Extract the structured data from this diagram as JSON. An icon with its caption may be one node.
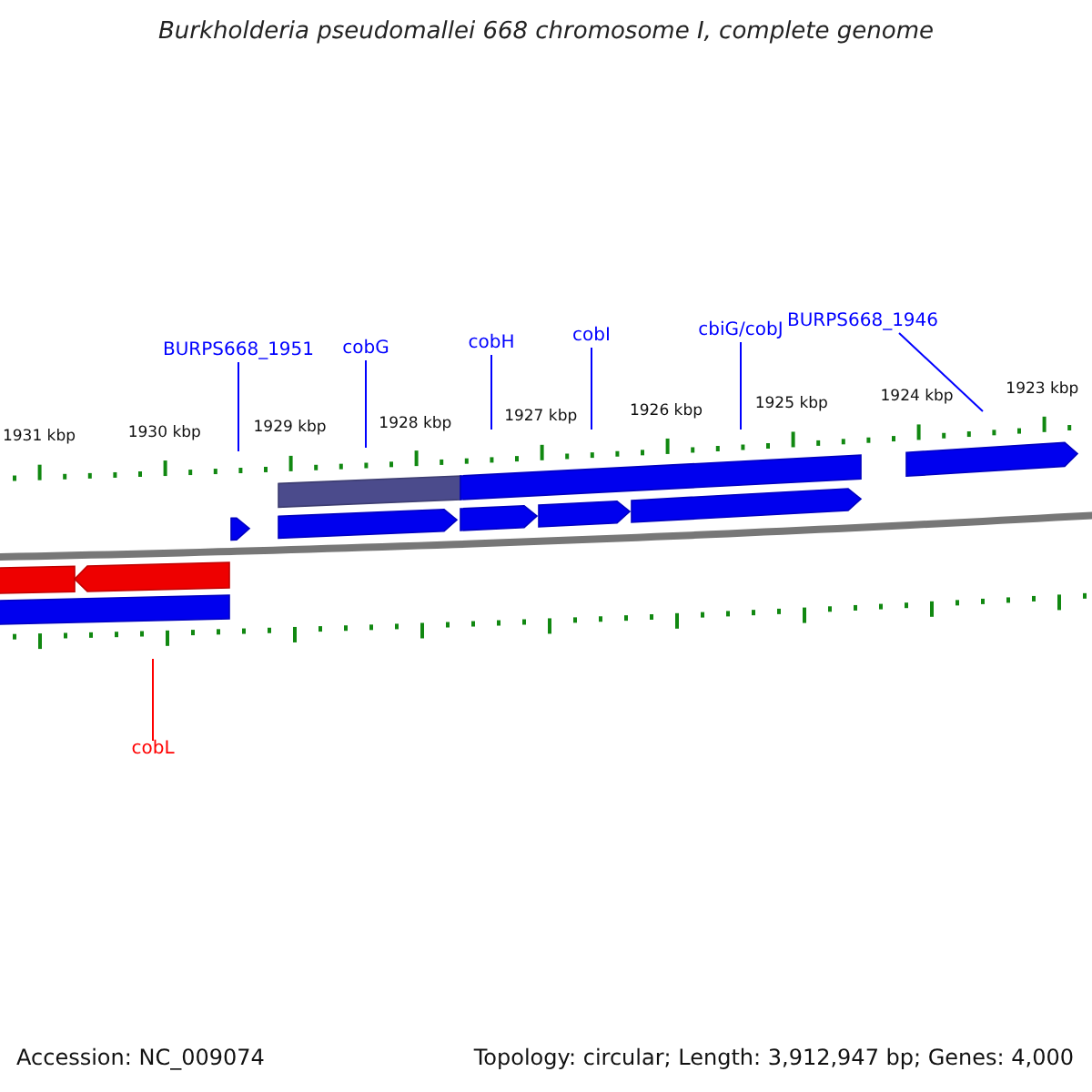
{
  "diagram": {
    "title": "Burkholderia pseudomallei 668 chromosome I, complete genome",
    "nodes": [
      {
        "text": [
          "BURPS668_1951"
        ]
      },
      {
        "text": [
          "cobG"
        ]
      },
      {
        "text": [
          "cobH"
        ]
      },
      {
        "text": [
          "cobI"
        ]
      },
      {
        "text": [
          "cbiG/cobJ"
        ]
      },
      {
        "text": [
          "BURPS668_1946"
        ]
      },
      {
        "text": [
          "cobL"
        ]
      },
      {
        "text": [],
        "shape": "bar"
      },
      {
        "text": [],
        "shape": "bar"
      },
      {
        "text": [],
        "shape": "pentagon"
      },
      {
        "text": [],
        "shape": "pentagon"
      },
      {
        "text": [],
        "shape": "pentagon"
      },
      {
        "text": [],
        "shape": "pentagon"
      },
      {
        "text": [],
        "shape": "pentagon"
      },
      {
        "text": [],
        "shape": "pentagon"
      },
      {
        "text": [],
        "shape": "bar"
      },
      {
        "text": [],
        "shape": "pentagon"
      },
      {
        "text": [],
        "shape": "bar"
      }
    ],
    "edges": [
      {
        "from": 0,
        "to": null,
        "arrow": "none"
      },
      {
        "from": 1,
        "to": null,
        "arrow": "none"
      },
      {
        "from": 2,
        "to": null,
        "arrow": "none"
      },
      {
        "from": 3,
        "to": null,
        "arrow": "none"
      },
      {
        "from": 4,
        "to": null,
        "arrow": "none"
      },
      {
        "from": 5,
        "to": null,
        "arrow": "none"
      },
      {
        "from": 6,
        "to": null,
        "arrow": "none",
        "color": "#ff0000"
      }
    ],
    "labels": [
      "1931 kbp",
      "1930 kbp",
      "1929 kbp",
      "1928 kbp",
      "1927 kbp",
      "1926 kbp",
      "1925 kbp",
      "1924 kbp",
      "1923 kbp",
      "Accession: NC_009074",
      "Topology: circular; Length: 3,912,947 bp; Genes: 4,000"
    ]
  }
}
